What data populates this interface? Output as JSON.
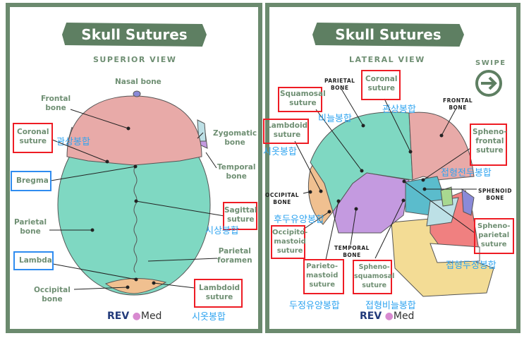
{
  "left": {
    "title": "Skull Sutures",
    "subtitle": "SUPERIOR VIEW",
    "labels": {
      "nasal": "Nasal bone",
      "frontal": "Frontal\nbone",
      "coronal": "Coronal\nsuture",
      "bregma": "Bregma",
      "zygomatic": "Zygomatic\nbone",
      "temporal": "Temporal\nbone",
      "sagittal": "Sagittal\nsuture",
      "parietal": "Parietal\nbone",
      "foramen": "Parietal\nforamen",
      "lambda": "Lambda",
      "occipital": "Occipital\nbone",
      "lambdoid": "Lambdoid\nsuture"
    },
    "korean": {
      "coronal": "관상봉합",
      "sagittal": "시상봉합",
      "lambdoid": "시옷봉합"
    },
    "logo": {
      "rev": "REV",
      "med": "Med"
    }
  },
  "right": {
    "title": "Skull Sutures",
    "subtitle": "LATERAL VIEW",
    "swipe": "SWIPE",
    "labels": {
      "parietal_bone": "PARIETAL\nBONE",
      "coronal": "Coronal\nsuture",
      "squamosal": "Squamosal\nsuture",
      "lambdoid": "Lambdoid\nsuture",
      "frontal_bone": "FRONTAL\nBONE",
      "sphenofrontal": "Spheno-\nfrontal\nsuture",
      "sphenoid_bone": "SPHENOID\nBONE",
      "occipital_bone": "OCCIPITAL\nBONE",
      "occipitomastoid": "Occipito-\nmastoid\nsuture",
      "sphenoparietal": "Spheno-\nparietal\nsuture",
      "temporal_bone": "TEMPORAL\nBONE",
      "parietomastoid": "Parieto-\nmastoid\nsuture",
      "sphenosquamosal": "Spheno-\nsquamosal\nsuture"
    },
    "korean": {
      "coronal": "관상봉합",
      "squamosal": "비늘봉합",
      "lambdoid": "시옷봉합",
      "sphenofrontal": "접형전두봉합",
      "occipitomastoid": "후두유양봉합",
      "sphenoparietal": "접형두정봉합",
      "parietomastoid": "두정유양봉합",
      "sphenosquamosal": "접형비늘봉합"
    },
    "logo": {
      "rev": "REV",
      "med": "Med"
    }
  },
  "colors": {
    "frame": "#6b8a6e",
    "label": "#6f8f73",
    "highlight_red": "#ee1c24",
    "highlight_blue": "#2f8cf0",
    "korean": "#2fa4f0",
    "parietal": "#7fd8c2",
    "frontal": "#e8aaa8",
    "occipital": "#f0c090",
    "temporal": "#c49ae0",
    "sphenoid": "#5bbccc"
  }
}
